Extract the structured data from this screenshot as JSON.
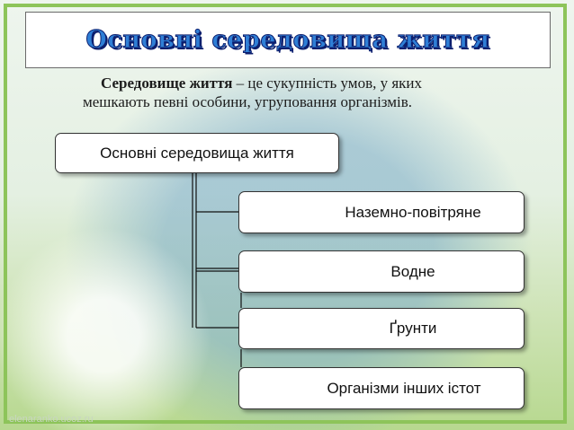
{
  "title": "Основні середовища життя",
  "definition": {
    "term": "Середовище життя",
    "rest_line1": " – це сукупність умов, у яких",
    "line2": "мешкають певні особини, угруповання організмів."
  },
  "diagram": {
    "root": "Основні середовища життя",
    "children": [
      "Наземно-повітряне",
      "Водне",
      "Ґрунти",
      "Організми інших істот"
    ]
  },
  "watermark": "elenaranko.ucoz.ru"
}
